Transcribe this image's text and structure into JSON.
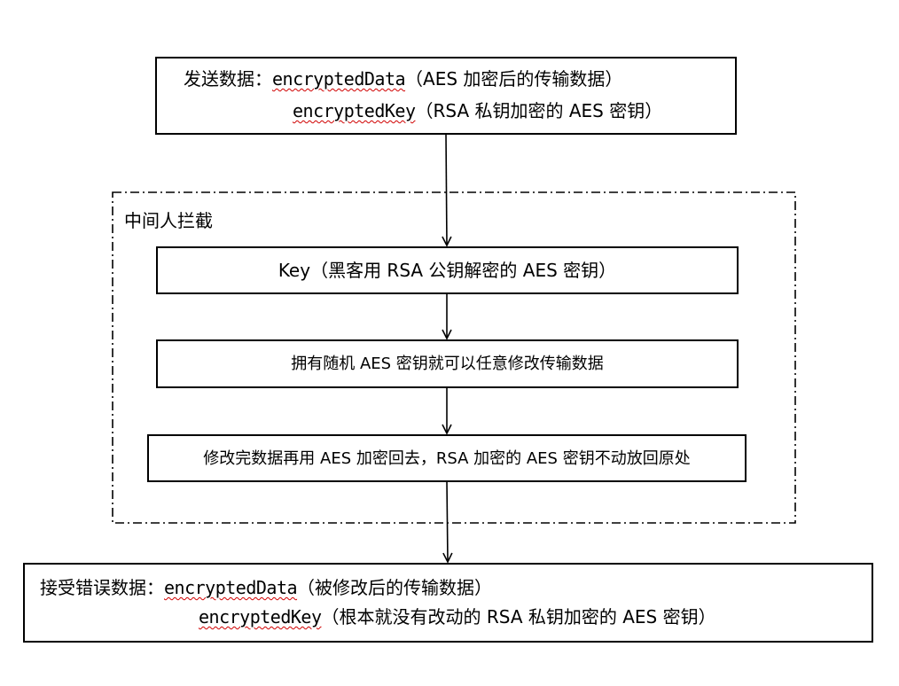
{
  "send_box": {
    "label": "发送数据：",
    "data_name": "encryptedData",
    "data_desc": "（AES 加密后的传输数据）",
    "key_name": "encryptedKey",
    "key_desc": "（RSA 私钥加密的 AES 密钥）"
  },
  "mitm_region": {
    "label": "中间人拦截",
    "step1": "Key（黑客用 RSA 公钥解密的 AES 密钥）",
    "step2": "拥有随机 AES 密钥就可以任意修改传输数据",
    "step3": "修改完数据再用 AES 加密回去，RSA 加密的 AES 密钥不动放回原处"
  },
  "receive_box": {
    "label": "接受错误数据：",
    "data_name": "encryptedData",
    "data_desc": "（被修改后的传输数据）",
    "key_name": "encryptedKey",
    "key_desc": "（根本就没有改动的 RSA 私钥加密的 AES 密钥）"
  },
  "colors": {
    "stroke": "#000000",
    "spellcheck_underline": "#d00000"
  }
}
